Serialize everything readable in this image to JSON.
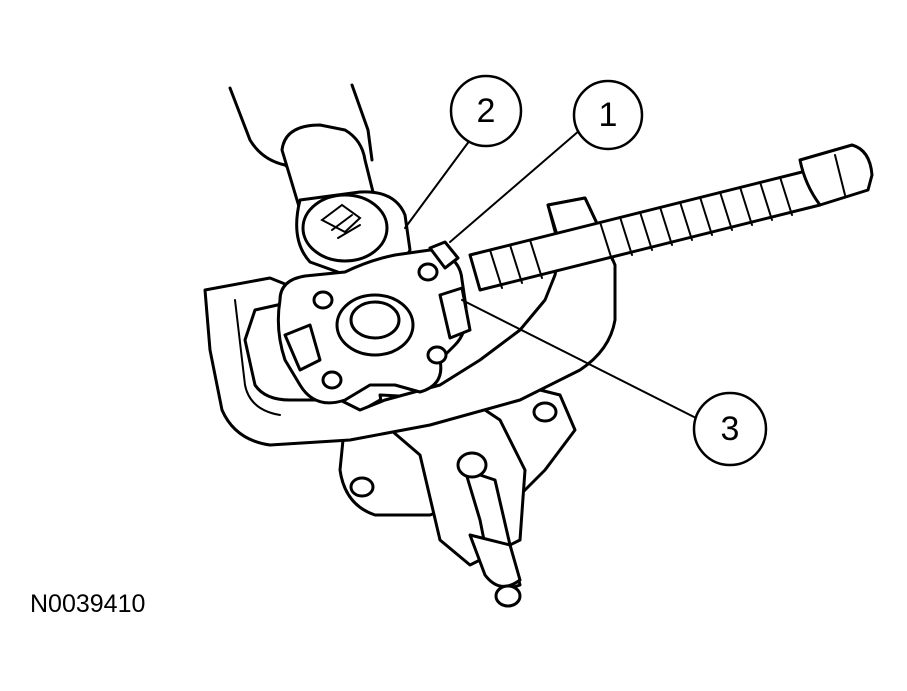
{
  "figure": {
    "id_label": "N0039410",
    "callouts": [
      {
        "number": "1"
      },
      {
        "number": "2"
      },
      {
        "number": "3"
      }
    ]
  }
}
